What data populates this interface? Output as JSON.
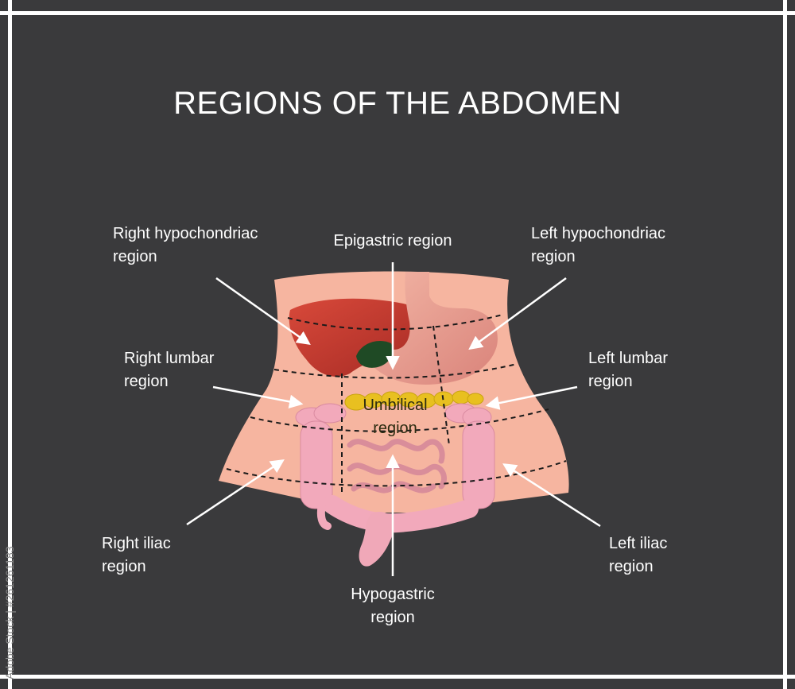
{
  "title": "REGIONS OF THE ABDOMEN",
  "labels": {
    "right_hypochondriac": [
      "Right hypochondriac",
      "region"
    ],
    "epigastric": [
      "Epigastric region"
    ],
    "left_hypochondriac": [
      "Left hypochondriac",
      "region"
    ],
    "right_lumbar": [
      "Right lumbar",
      "region"
    ],
    "umbilical": [
      "Umbilical",
      "region"
    ],
    "left_lumbar": [
      "Left lumbar",
      "region"
    ],
    "right_iliac": [
      "Right iliac",
      "region"
    ],
    "hypogastric": [
      "Hypogastric",
      "region"
    ],
    "left_iliac": [
      "Left iliac",
      "region"
    ]
  },
  "watermark": "Adobe Stock | #261261183",
  "colors": {
    "background": "#3a3a3c",
    "skin": "#f6b5a0",
    "liver": "#c43a30",
    "stomach": "#eb9f8f",
    "gallbladder": "#1f4a25",
    "pancreas": "#e8c020",
    "intestine": "#f0a8b8",
    "arrow": "#ffffff",
    "dashed_line": "#1a1a1a"
  }
}
